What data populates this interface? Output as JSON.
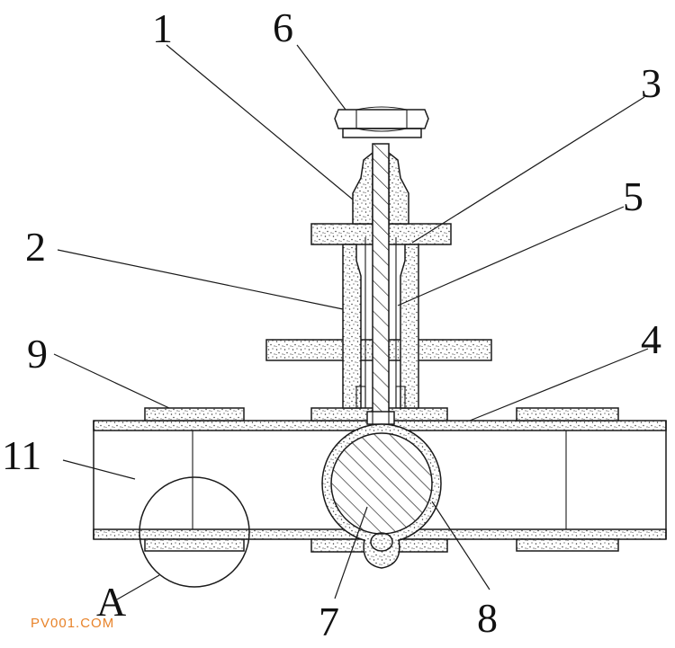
{
  "figure": {
    "labels": [
      {
        "id": "1",
        "text": "1"
      },
      {
        "id": "6",
        "text": "6"
      },
      {
        "id": "3",
        "text": "3"
      },
      {
        "id": "5",
        "text": "5"
      },
      {
        "id": "2",
        "text": "2"
      },
      {
        "id": "4",
        "text": "4"
      },
      {
        "id": "9",
        "text": "9"
      },
      {
        "id": "11",
        "text": "11"
      },
      {
        "id": "A",
        "text": "A"
      },
      {
        "id": "7",
        "text": "7"
      },
      {
        "id": "8",
        "text": "8"
      }
    ],
    "watermark": "PV001.COM"
  },
  "colors": {
    "line": "#1a1a1a",
    "stipple": "#3a3a3a",
    "watermark": "#e8832a"
  }
}
